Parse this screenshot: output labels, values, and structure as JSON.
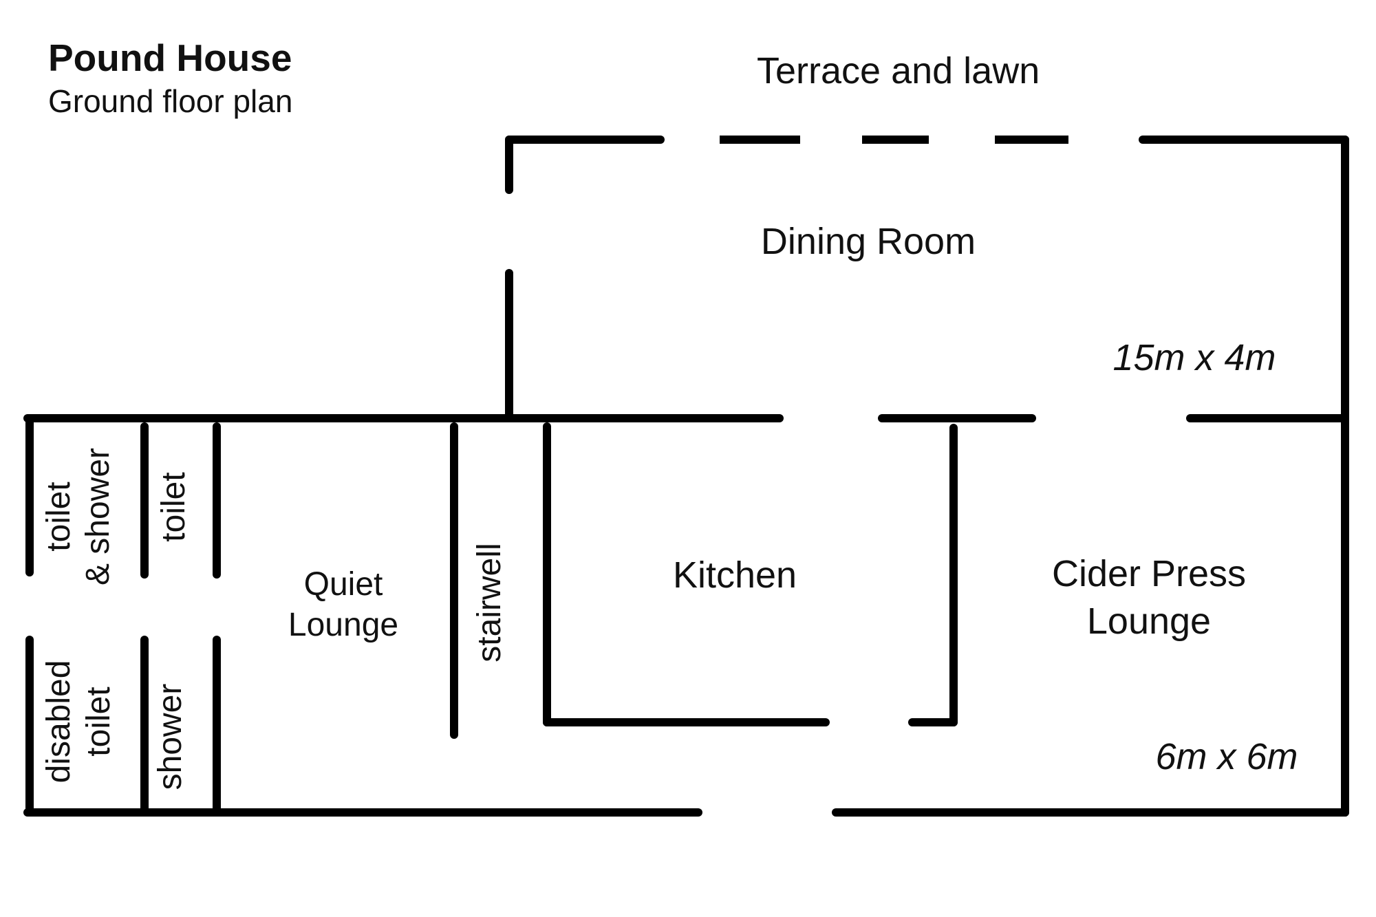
{
  "header": {
    "title": "Pound House",
    "subtitle": "Ground floor plan"
  },
  "outside": {
    "label": "Terrace and lawn"
  },
  "rooms": {
    "dining": {
      "label": "Dining Room",
      "size": "15m x 4m"
    },
    "kitchen": {
      "label": "Kitchen"
    },
    "cider_press": {
      "line1": "Cider Press",
      "line2": "Lounge",
      "size": "6m x 6m"
    },
    "quiet_lounge": {
      "line1": "Quiet",
      "line2": "Lounge"
    },
    "stairwell": {
      "label": "stairwell"
    },
    "toilet_shower": {
      "line1": "toilet",
      "line2": "& shower"
    },
    "toilet": {
      "label": "toilet"
    },
    "disabled_toilet": {
      "line1": "disabled",
      "line2": "toilet"
    },
    "shower": {
      "label": "shower"
    }
  },
  "colors": {
    "wall": "#000000",
    "text": "#111111",
    "background": "#ffffff"
  }
}
